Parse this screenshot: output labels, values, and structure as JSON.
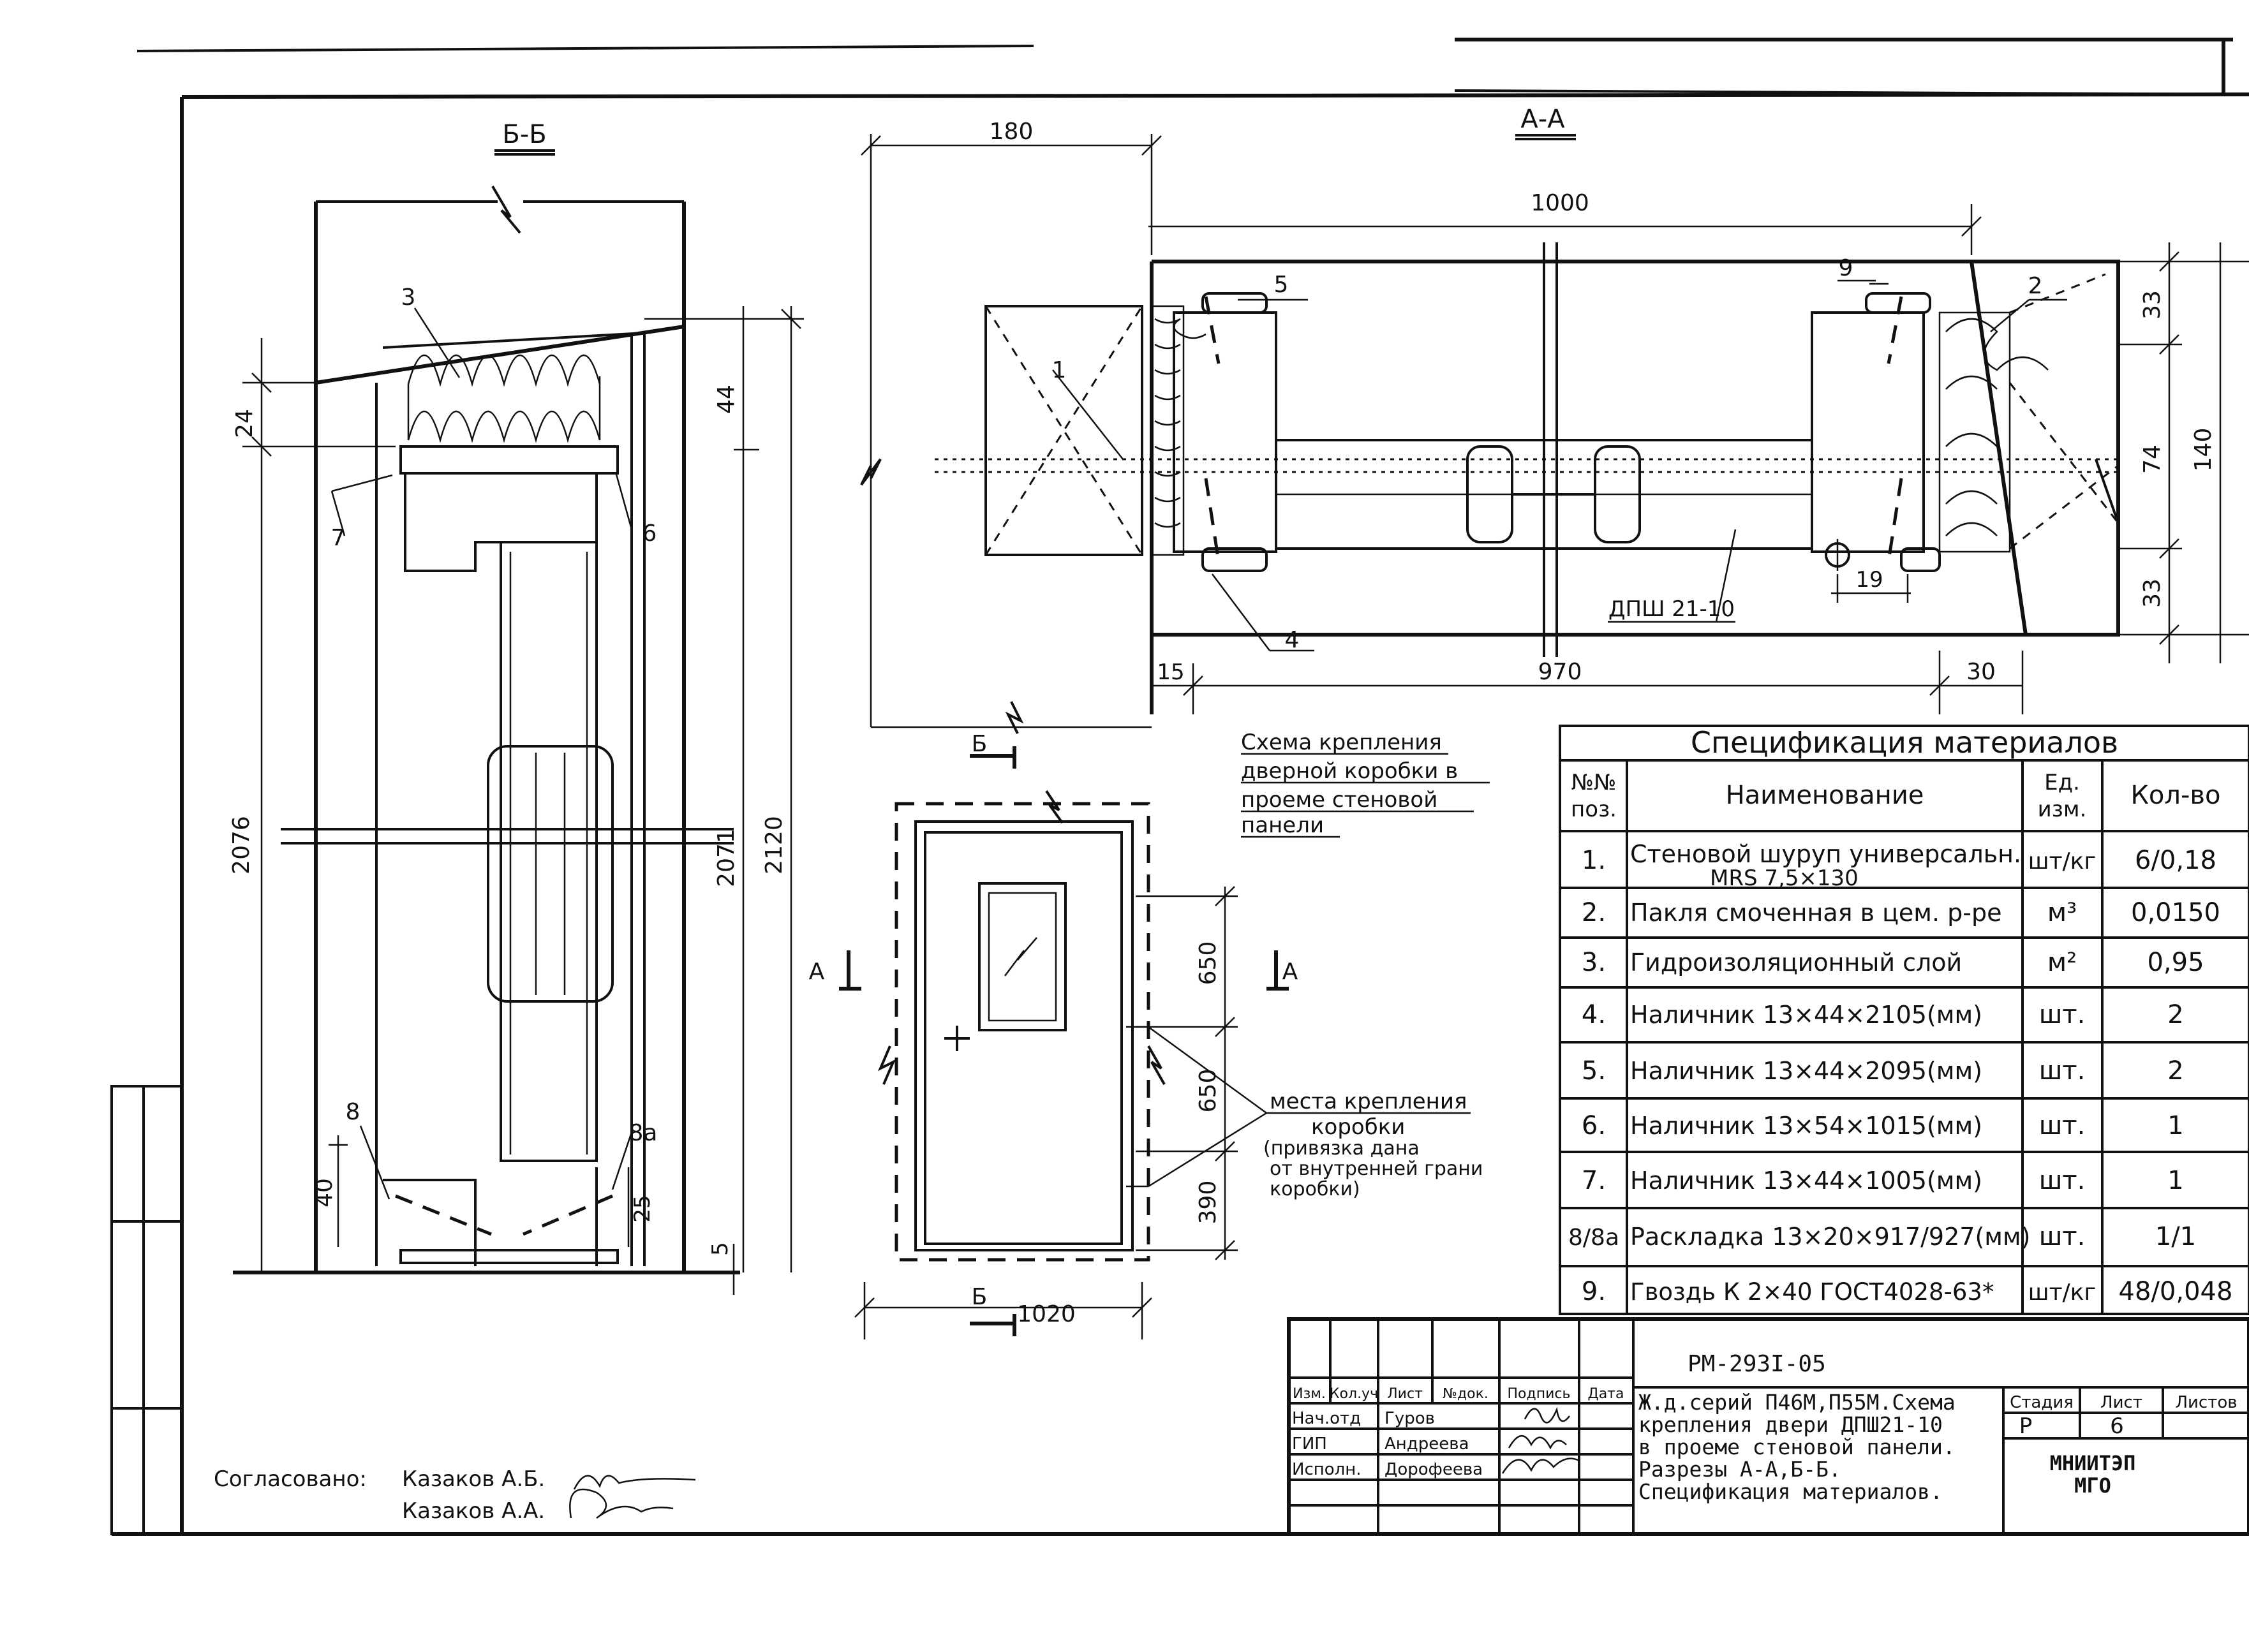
{
  "sections": {
    "bb": "Б-Б",
    "aa": "А-А"
  },
  "bb": {
    "callouts": [
      "3",
      "7",
      "6",
      "8",
      "8а"
    ],
    "dims": {
      "d24": "24",
      "d44": "44",
      "d2076": "2076",
      "d2071": "2071",
      "d2120": "2120",
      "d40": "40",
      "d25": "25",
      "d5": "5"
    }
  },
  "aa": {
    "callouts": [
      "5",
      "1",
      "4",
      "9",
      "2"
    ],
    "part_label": "ДПШ 21-10",
    "dims": {
      "d180": "180",
      "d1000": "1000",
      "d970": "970",
      "d15": "15",
      "d30": "30",
      "d19": "19",
      "d33a": "33",
      "d74": "74",
      "d140": "140",
      "d33b": "33"
    }
  },
  "scheme": {
    "title": [
      "Схема крепления",
      "дверной коробки в",
      "проеме стеновой",
      "панели"
    ],
    "cut_b_top": "Б",
    "cut_b_bottom": "Б",
    "cut_a_left": "А",
    "cut_a_right": "А",
    "dims": {
      "d650a": "650",
      "d650b": "650",
      "d390": "390",
      "d1020": "1020"
    },
    "note": [
      "места крепления",
      "коробки",
      "(привязка дана",
      "от внутренней грани",
      "коробки)"
    ]
  },
  "spec": {
    "title": "Спецификация материалов",
    "headers": {
      "pos": [
        "№№",
        "поз."
      ],
      "name": "Наименование",
      "unit": [
        "Ед.",
        "изм."
      ],
      "qty": "Кол-во"
    },
    "rows": [
      {
        "pos": "1.",
        "name": "Стеновой шуруп универсальн.",
        "name2": "MRS 7,5×130",
        "unit": "шт/кг",
        "qty": "6/0,18"
      },
      {
        "pos": "2.",
        "name": "Пакля смоченная в цем. р-ре",
        "unit": "м³",
        "qty": "0,0150"
      },
      {
        "pos": "3.",
        "name": "Гидроизоляционный слой",
        "unit": "м²",
        "qty": "0,95"
      },
      {
        "pos": "4.",
        "name": "Наличник 13×44×2105(мм)",
        "unit": "шт.",
        "qty": "2"
      },
      {
        "pos": "5.",
        "name": "Наличник 13×44×2095(мм)",
        "unit": "шт.",
        "qty": "2"
      },
      {
        "pos": "6.",
        "name": "Наличник 13×54×1015(мм)",
        "unit": "шт.",
        "qty": "1"
      },
      {
        "pos": "7.",
        "name": "Наличник 13×44×1005(мм)",
        "unit": "шт.",
        "qty": "1"
      },
      {
        "pos": "8/8а",
        "name": "Раскладка 13×20×917/927(мм)",
        "unit": "шт.",
        "qty": "1/1"
      },
      {
        "pos": "9.",
        "name": "Гвоздь К 2×40 ГОСТ4028-63*",
        "unit": "шт/кг",
        "qty": "48/0,048"
      }
    ]
  },
  "titleblock": {
    "code": "РМ-293I-05",
    "headers": [
      "Изм.",
      "Кол.уч",
      "Лист",
      "№док.",
      "Подпись",
      "Дата"
    ],
    "roles": [
      {
        "role": "Нач.отд",
        "name": "Гуров"
      },
      {
        "role": "ГИП",
        "name": "Андреева"
      },
      {
        "role": "Исполн.",
        "name": "Дорофеева"
      }
    ],
    "description": [
      "Ж.д.серий П46М,П55М.Схема",
      "крепления двери ДПШ21-10",
      "в проеме стеновой панели.",
      "Разрезы А-А,Б-Б.",
      "Спецификация материалов."
    ],
    "stage_header": "Стадия",
    "sheet_header": "Лист",
    "sheets_header": "Листов",
    "stage": "Р",
    "sheet": "6",
    "org": [
      "МНИИТЭП",
      "МГО"
    ]
  },
  "approval": {
    "label": "Согласовано:",
    "names": [
      "Казаков А.Б.",
      "Казаков А.А."
    ]
  }
}
